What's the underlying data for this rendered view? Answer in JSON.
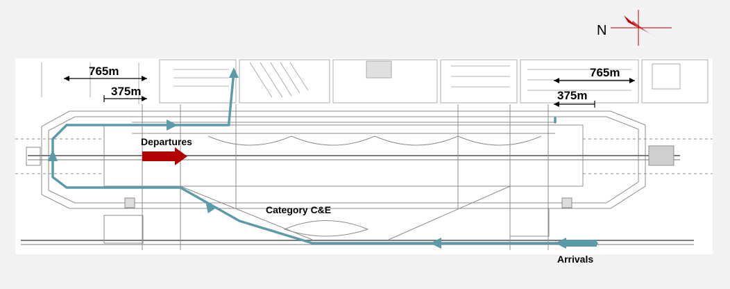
{
  "compass": {
    "north_label": "N",
    "needle_color": "#c00000"
  },
  "dimensions": {
    "west_long": "765m",
    "west_short": "375m",
    "east_long": "765m",
    "east_short": "375m"
  },
  "labels": {
    "departures": "Departures",
    "category": "Category C&E",
    "arrivals": "Arrivals"
  },
  "colors": {
    "route": "#5b9aa8",
    "departure_arrow": "#b30000",
    "drawing_line": "#9a9a9a",
    "plan_background": "#ffffff",
    "page_background": "#f2f2f2"
  }
}
